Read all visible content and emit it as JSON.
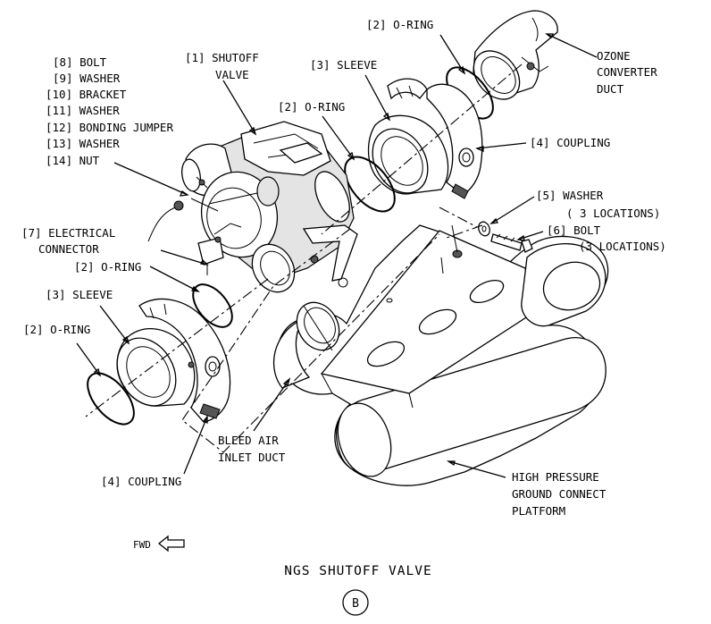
{
  "callouts": {
    "o_ring_top": "[2] O-RING",
    "ozone_converter_duct": [
      "OZONE",
      "CONVERTER",
      "DUCT"
    ],
    "bolt_8": "[8] BOLT",
    "washer_9": "[9] WASHER",
    "bracket_10": "[10] BRACKET",
    "washer_11": "[11] WASHER",
    "bonding_jumper_12": "[12] BONDING JUMPER",
    "washer_13": "[13] WASHER",
    "nut_14": "[14] NUT",
    "shutoff_valve": [
      "[1] SHUTOFF",
      "VALVE"
    ],
    "sleeve_top": "[3] SLEEVE",
    "o_ring_mid": "[2] O-RING",
    "coupling_top": "[4] COUPLING",
    "washer_5": [
      "[5] WASHER",
      "( 3 LOCATIONS)"
    ],
    "bolt_6": [
      "[6] BOLT",
      "(3 LOCATIONS)"
    ],
    "electrical_connector": [
      "[7] ELECTRICAL",
      "CONNECTOR"
    ],
    "o_ring_left": "[2] O-RING",
    "sleeve_left": "[3] SLEEVE",
    "o_ring_far_left": "[2] O-RING",
    "bleed_air_inlet_duct": [
      "BLEED AIR",
      "INLET DUCT"
    ],
    "coupling_bottom": "[4] COUPLING",
    "high_pressure_platform": [
      "HIGH PRESSURE",
      "GROUND CONNECT",
      "PLATFORM"
    ]
  },
  "fwd_label": "FWD",
  "title": "NGS SHUTOFF VALVE",
  "detail_letter": "B"
}
